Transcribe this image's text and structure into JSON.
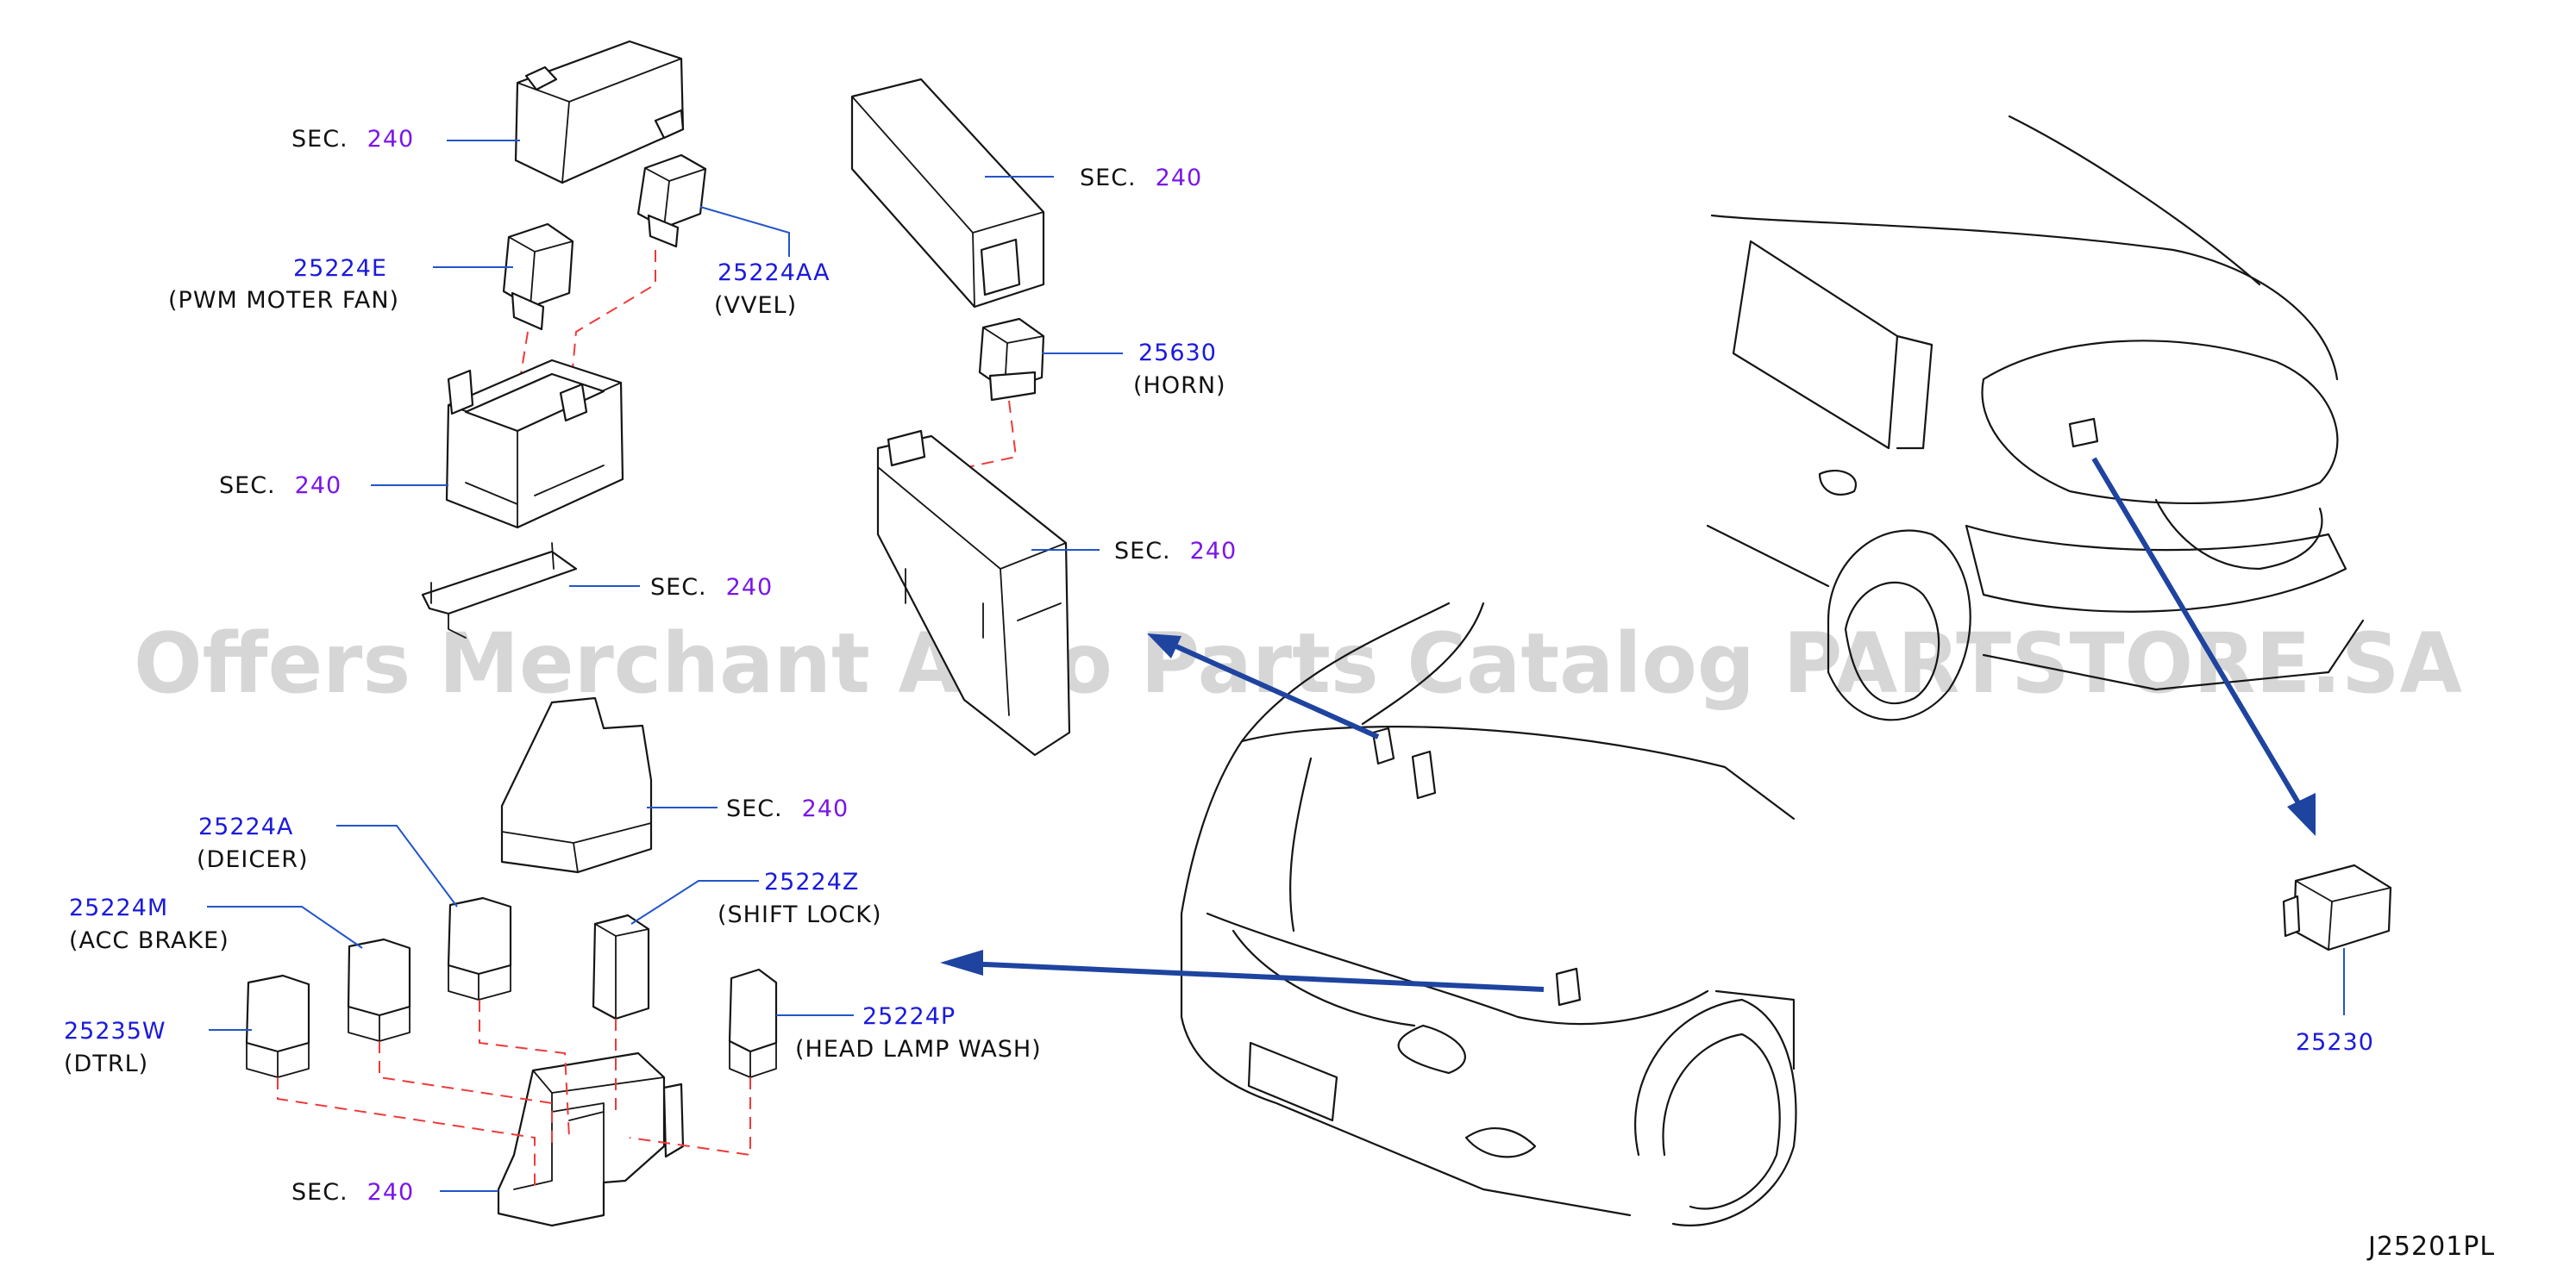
{
  "diagram_code": "J25201PL",
  "watermark": "Offers Merchant Auto Parts Catalog PARTSTORE.SA",
  "colors": {
    "part_number": "#1a1adc",
    "section_number": "#7a16e8",
    "leader": "#2255c8",
    "dashed_link": "#ee3a3a",
    "arrow": "#1e44a0",
    "watermark": "#c8c8c8"
  },
  "sec_labels": [
    {
      "prefix": "SEC.",
      "number": "240"
    },
    {
      "prefix": "SEC.",
      "number": "240"
    },
    {
      "prefix": "SEC.",
      "number": "240"
    },
    {
      "prefix": "SEC.",
      "number": "240"
    },
    {
      "prefix": "SEC.",
      "number": "240"
    },
    {
      "prefix": "SEC.",
      "number": "240"
    },
    {
      "prefix": "SEC.",
      "number": "240"
    }
  ],
  "parts": {
    "p25224E": {
      "number": "25224E",
      "desc": "(PWM  MOTER  FAN)"
    },
    "p25224AA": {
      "number": "25224AA",
      "desc": "(VVEL)"
    },
    "p25630": {
      "number": "25630",
      "desc": "(HORN)"
    },
    "p25224A": {
      "number": "25224A",
      "desc": "(DEICER)"
    },
    "p25224Z": {
      "number": "25224Z",
      "desc": "(SHIFT  LOCK)"
    },
    "p25224M": {
      "number": "25224M",
      "desc": "(ACC  BRAKE)"
    },
    "p25235W": {
      "number": "25235W",
      "desc": "(DTRL)"
    },
    "p25224P": {
      "number": "25224P",
      "desc": "(HEAD  LAMP  WASH)"
    },
    "p25230": {
      "number": "25230",
      "desc": ""
    }
  },
  "icons": [
    "relay-icon",
    "fuse-box-icon",
    "car-front-icon",
    "car-rear-icon",
    "arrow-icon"
  ]
}
